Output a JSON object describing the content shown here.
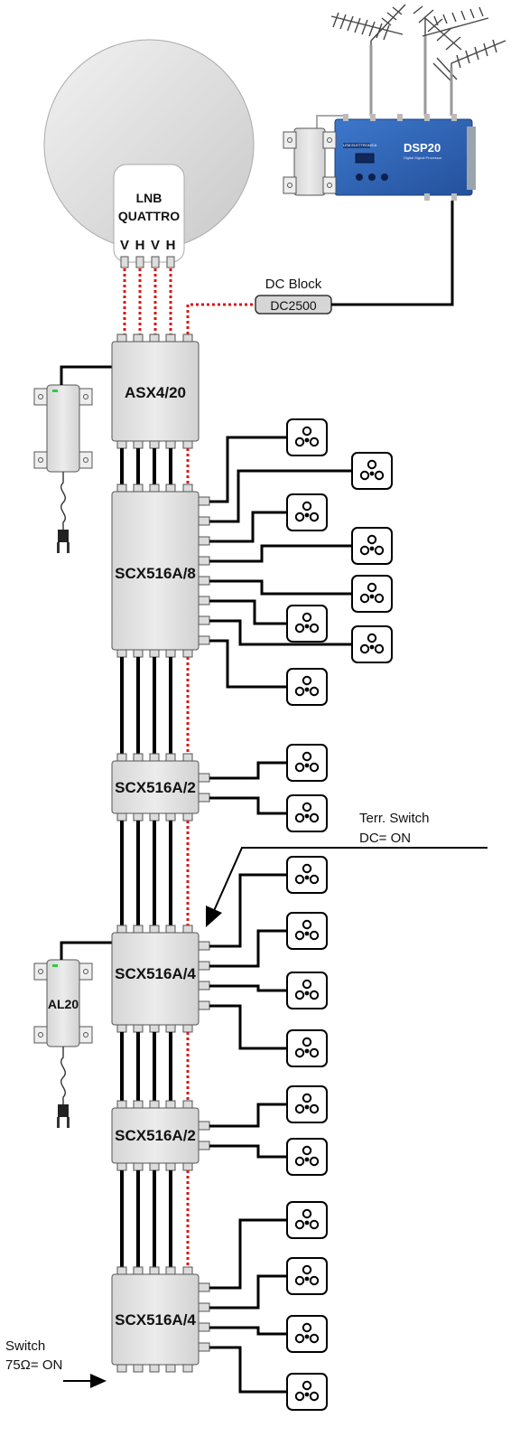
{
  "lnb": {
    "label_line1": "LNB",
    "label_line2": "QUATTRO",
    "polarities": [
      "V",
      "H",
      "V",
      "H"
    ]
  },
  "dsp": {
    "title": "DSP20",
    "subtitle": "Digital Signal Processor",
    "brand": "LEM ELETTRONICA"
  },
  "dc_block": {
    "caption": "DC Block",
    "model": "DC2500"
  },
  "amplifier": {
    "model": "ASX4/20"
  },
  "switches": [
    {
      "model": "SCX516A/8",
      "outputs": 8
    },
    {
      "model": "SCX516A/2",
      "outputs": 2
    },
    {
      "model": "SCX516A/4",
      "outputs": 4
    },
    {
      "model": "SCX516A/2",
      "outputs": 2
    },
    {
      "model": "SCX516A/4",
      "outputs": 4
    }
  ],
  "psu2": {
    "model": "AL20"
  },
  "terr_switch": {
    "line1": "Terr. Switch",
    "line2": "DC= ON"
  },
  "term_switch": {
    "line1": "Switch",
    "line2": "75Ω= ON"
  },
  "colors": {
    "cable": "#000000",
    "dc_line": "#d81818",
    "device_fill": "#e3e3e3",
    "dsp_blue": "#2f63b8",
    "led": "#2ecc40"
  }
}
